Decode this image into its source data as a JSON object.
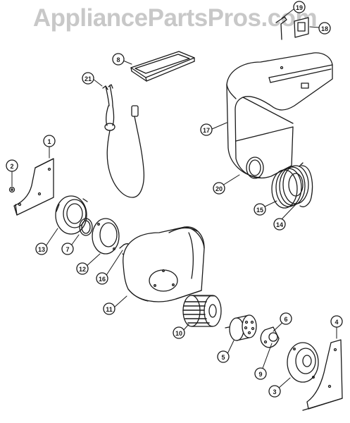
{
  "watermark": "AppliancePartsPros.com",
  "callouts": [
    {
      "id": "19",
      "label": "19"
    },
    {
      "id": "18",
      "label": "18"
    },
    {
      "id": "8",
      "label": "8"
    },
    {
      "id": "21",
      "label": "21"
    },
    {
      "id": "17",
      "label": "17"
    },
    {
      "id": "1",
      "label": "1"
    },
    {
      "id": "2",
      "label": "2"
    },
    {
      "id": "20",
      "label": "20"
    },
    {
      "id": "15",
      "label": "15"
    },
    {
      "id": "14",
      "label": "14"
    },
    {
      "id": "13",
      "label": "13"
    },
    {
      "id": "7",
      "label": "7"
    },
    {
      "id": "12",
      "label": "12"
    },
    {
      "id": "16",
      "label": "16"
    },
    {
      "id": "11",
      "label": "11"
    },
    {
      "id": "10",
      "label": "10"
    },
    {
      "id": "6",
      "label": "6"
    },
    {
      "id": "5",
      "label": "5"
    },
    {
      "id": "9",
      "label": "9"
    },
    {
      "id": "4",
      "label": "4"
    },
    {
      "id": "3",
      "label": "3"
    }
  ],
  "colors": {
    "line": "#1a1a1a",
    "watermark": "#c8c8c8",
    "background": "#ffffff"
  }
}
